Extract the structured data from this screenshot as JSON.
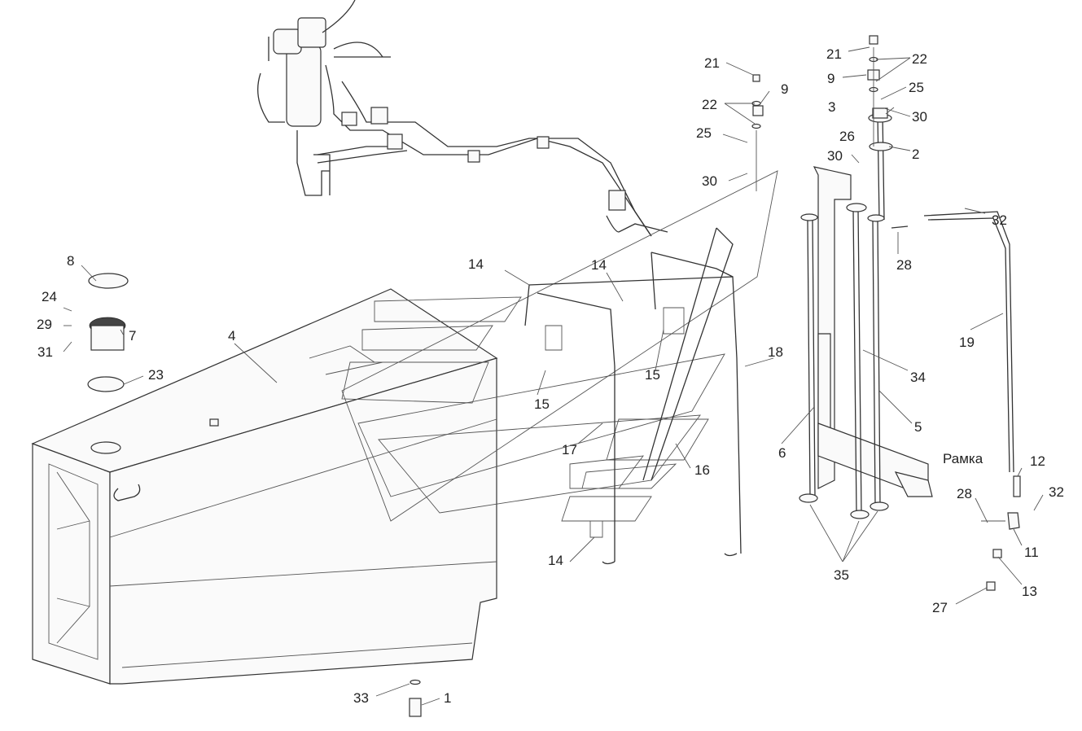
{
  "labels": {
    "l1": "1",
    "l2": "2",
    "l3": "3",
    "l4": "4",
    "l5": "5",
    "l6": "6",
    "l7": "7",
    "l8": "8",
    "l9a": "9",
    "l9b": "9",
    "l11": "11",
    "l12": "12",
    "l13": "13",
    "l14a": "14",
    "l14b": "14",
    "l14c": "14",
    "l15a": "15",
    "l15b": "15",
    "l16": "16",
    "l17": "17",
    "l18": "18",
    "l19": "19",
    "l21a": "21",
    "l21b": "21",
    "l22a": "22",
    "l22b": "22",
    "l23": "23",
    "l24": "24",
    "l25a": "25",
    "l25b": "25",
    "l26": "26",
    "l27": "27",
    "l28a": "28",
    "l28b": "28",
    "l29": "29",
    "l30a": "30",
    "l30b": "30",
    "l30c": "30",
    "l31": "31",
    "l32a": "32",
    "l32b": "32",
    "l33": "33",
    "l34": "34",
    "l35": "35",
    "frame": "Рамка"
  }
}
